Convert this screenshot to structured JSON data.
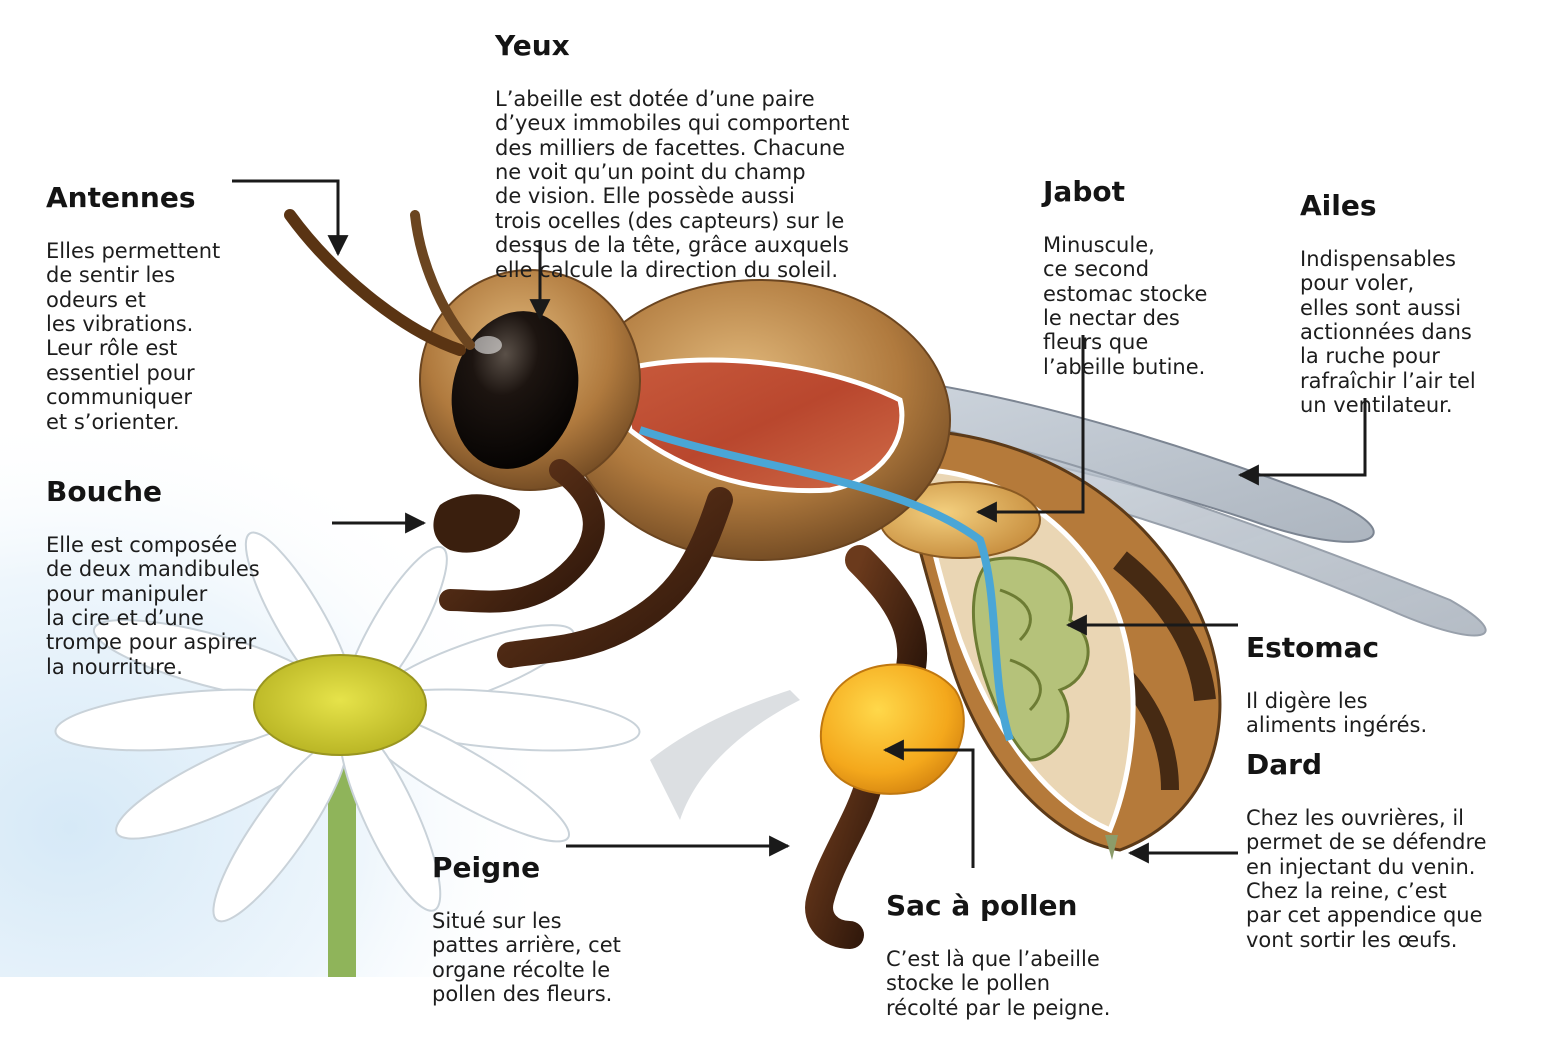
{
  "labels": {
    "yeux": {
      "title": "Yeux",
      "text": "L’abeille est dotée d’une paire\nd’yeux immobiles qui comportent\ndes milliers de facettes. Chacune\nne voit qu’un point du champ\nde vision. Elle possède aussi\ntrois ocelles (des capteurs) sur le\ndessus de la tête, grâce auxquels\nelle calcule la direction du soleil."
    },
    "antennes": {
      "title": "Antennes",
      "text": "Elles permettent\nde sentir les\nodeurs et\nles vibrations.\nLeur rôle est\nessentiel pour\ncommuniquer\net s’orienter."
    },
    "jabot": {
      "title": "Jabot",
      "text": "Minuscule,\nce second\nestomac stocke\nle nectar des\nfleurs que\nl’abeille butine."
    },
    "ailes": {
      "title": "Ailes",
      "text": "Indispensables\npour voler,\nelles sont aussi\nactionnées dans\nla ruche pour\nrafraîchir l’air tel\nun ventilateur."
    },
    "bouche": {
      "title": "Bouche",
      "text": "Elle est composée\nde deux mandibules\npour manipuler\nla cire et d’une\ntrompe pour aspirer\nla nourriture."
    },
    "estomac": {
      "title": "Estomac",
      "text": "Il digère les\naliments ingérés."
    },
    "dard": {
      "title": "Dard",
      "text": "Chez les ouvrières, il\npermet de se défendre\nen injectant du venin.\nChez la reine, c’est\npar cet appendice que\nvont sortir les œufs."
    },
    "peigne": {
      "title": "Peigne",
      "text": "Situé sur les\npattes arrière, cet\norgane récolte le\npollen des fleurs."
    },
    "sac_pollen": {
      "title": "Sac à pollen",
      "text": "C’est là que l’abeille\nstocke le pollen\nrécolté par le peigne."
    }
  }
}
